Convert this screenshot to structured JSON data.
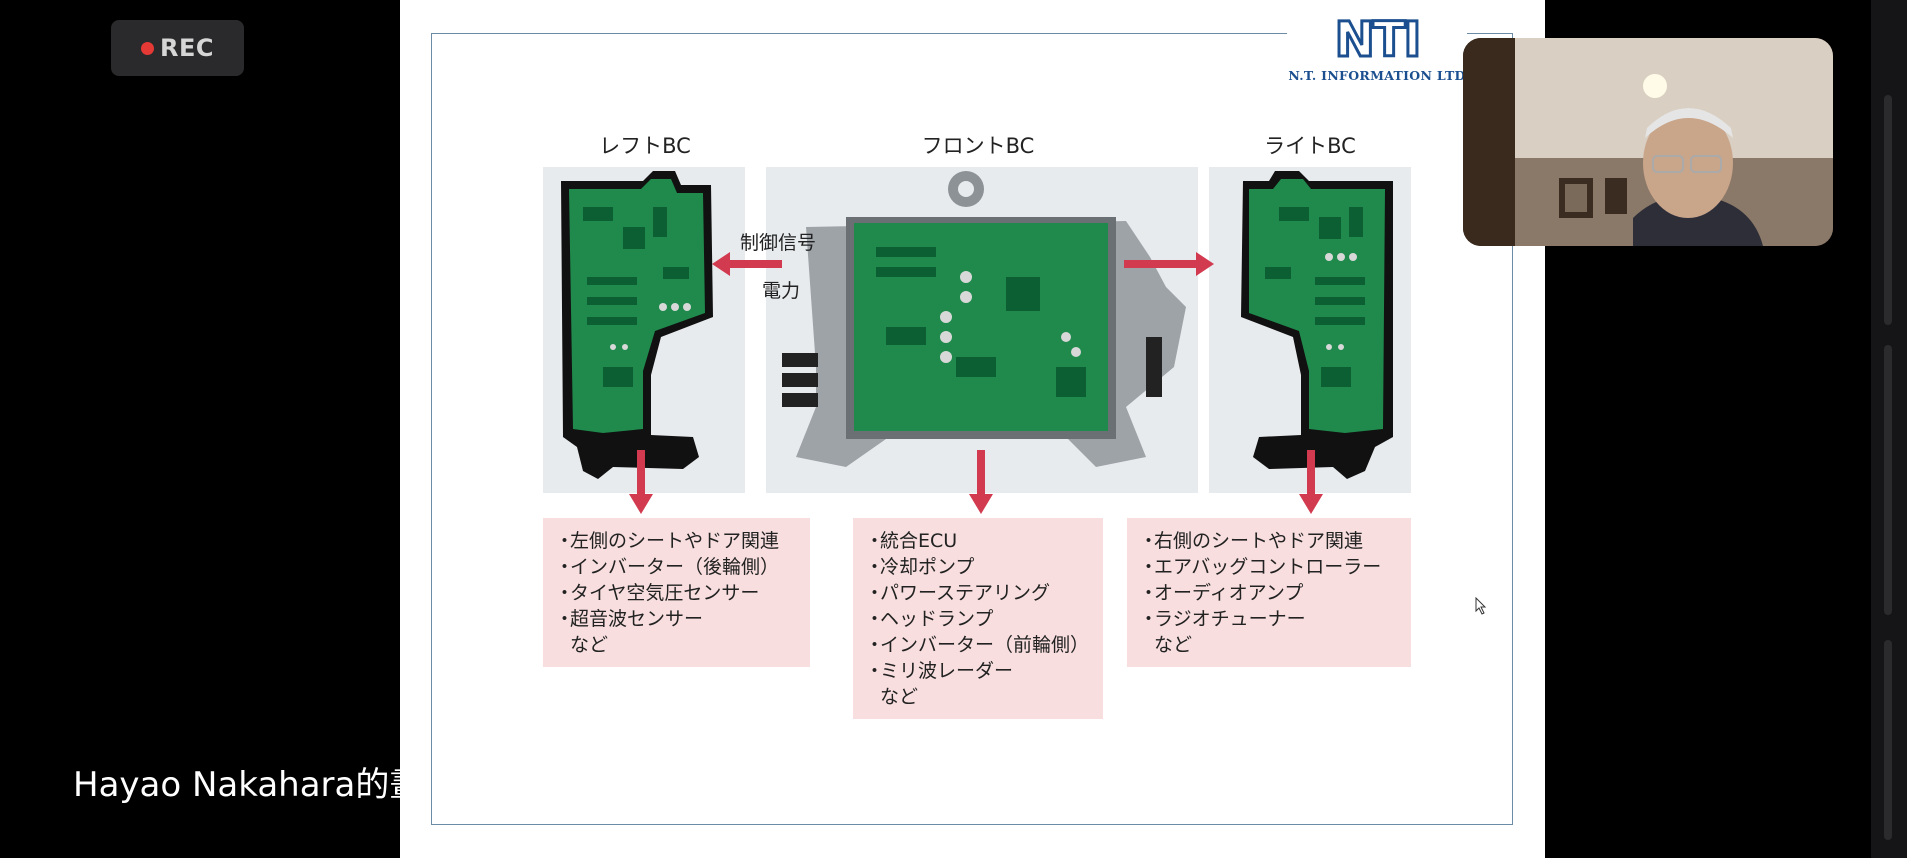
{
  "recording": {
    "label": "REC"
  },
  "slide": {
    "logo": {
      "mark": "NTI",
      "text": "N.T. INFORMATION LTD"
    },
    "columns": {
      "left": {
        "title": "レフトBC"
      },
      "front": {
        "title": "フロントBC"
      },
      "right": {
        "title": "ライトBC"
      }
    },
    "signals": {
      "control": "制御信号",
      "power": "電力"
    },
    "lists": {
      "left": {
        "items": [
          "左側のシートやドア関連",
          "インバーター（後輪側）",
          "タイヤ空気圧センサー",
          "超音波センサー"
        ],
        "tail": "など"
      },
      "front": {
        "items": [
          "統合ECU",
          "冷却ポンプ",
          "パワーステアリング",
          "ヘッドランプ",
          "インバーター（前輪側）",
          "ミリ波レーダー"
        ],
        "tail": "など"
      },
      "right": {
        "items": [
          "右側のシートやドア関連",
          "エアバッグコントローラー",
          "オーディオアンプ",
          "ラジオチューナー"
        ],
        "tail": "など"
      }
    },
    "bullet": "・"
  },
  "participant": {
    "caption": "Hayao Nakahara的畫面"
  },
  "colors": {
    "arrow": "#d23a4f",
    "listBox": "#f8dede",
    "frame": "#6c8ba5",
    "logo": "#1b4f8f",
    "pcb": "#1f8a4c"
  }
}
